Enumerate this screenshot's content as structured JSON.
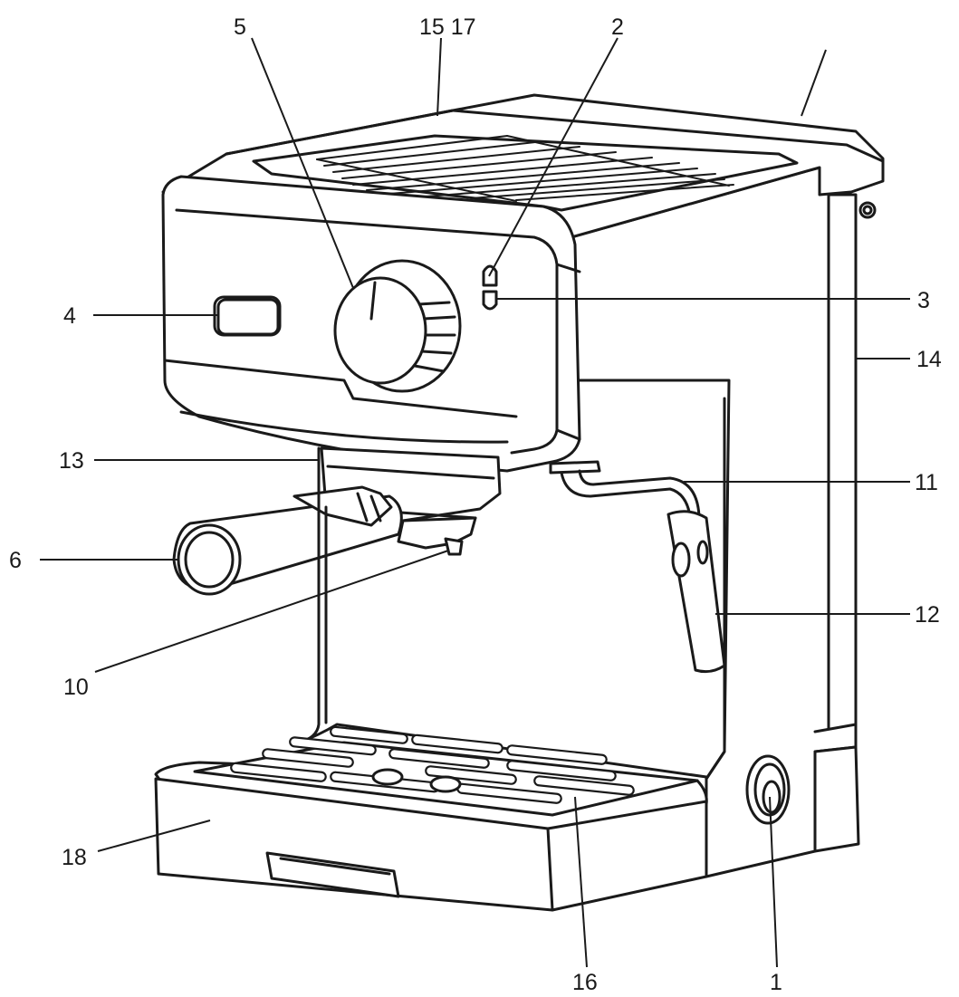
{
  "diagram": {
    "colors": {
      "line": "#1a1a1a",
      "background": "#ffffff"
    },
    "callouts": [
      {
        "id": "c1",
        "text": "1"
      },
      {
        "id": "c2",
        "text": "2"
      },
      {
        "id": "c3",
        "text": "3"
      },
      {
        "id": "c4",
        "text": "4"
      },
      {
        "id": "c5",
        "text": "5"
      },
      {
        "id": "c6",
        "text": "6"
      },
      {
        "id": "c10",
        "text": "10"
      },
      {
        "id": "c11",
        "text": "11"
      },
      {
        "id": "c12",
        "text": "12"
      },
      {
        "id": "c13",
        "text": "13"
      },
      {
        "id": "c14",
        "text": "14"
      },
      {
        "id": "c15",
        "text": "15 17"
      },
      {
        "id": "c16",
        "text": "16"
      },
      {
        "id": "c18",
        "text": "18"
      }
    ]
  }
}
